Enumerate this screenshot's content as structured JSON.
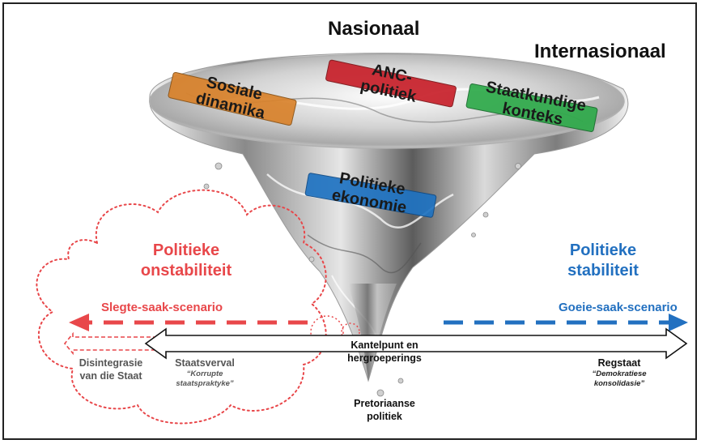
{
  "header": {
    "national": "Nasionaal",
    "international": "Internasionaal"
  },
  "bars": {
    "social": {
      "line1": "Sosiale",
      "line2": "dinamika",
      "color": "#d9822b"
    },
    "anc": {
      "line1": "ANC-",
      "line2": "politiek",
      "color": "#c8202a"
    },
    "state": {
      "line1": "Staatkundige",
      "line2": "konteks",
      "color": "#2eaa4a"
    },
    "economy": {
      "line1": "Politieke",
      "line2": "ekonomie",
      "color": "#1f73c2"
    }
  },
  "left": {
    "title_line1": "Politieke",
    "title_line2": "onstabiliteit",
    "scenario": "Slegte-saak-scenario",
    "disintegration_line1": "Disintegrasie",
    "disintegration_line2": "van die Staat",
    "collapse": "Staatsverval",
    "collapse_note_line1": "“Korrupte",
    "collapse_note_line2": "staatspraktyke”",
    "color": "#e8474a"
  },
  "right": {
    "title_line1": "Politieke",
    "title_line2": "stabiliteit",
    "scenario": "Goeie-saak-scenario",
    "rule_of_law": "Regstaat",
    "rule_note_line1": "“Demokratiese",
    "rule_note_line2": "konsolidasie”",
    "color": "#2270c0"
  },
  "center": {
    "tipping_line1": "Kantelpunt en",
    "tipping_line2": "hergroeperings",
    "praetorian_line1": "Pretoriaanse",
    "praetorian_line2": "politiek"
  }
}
